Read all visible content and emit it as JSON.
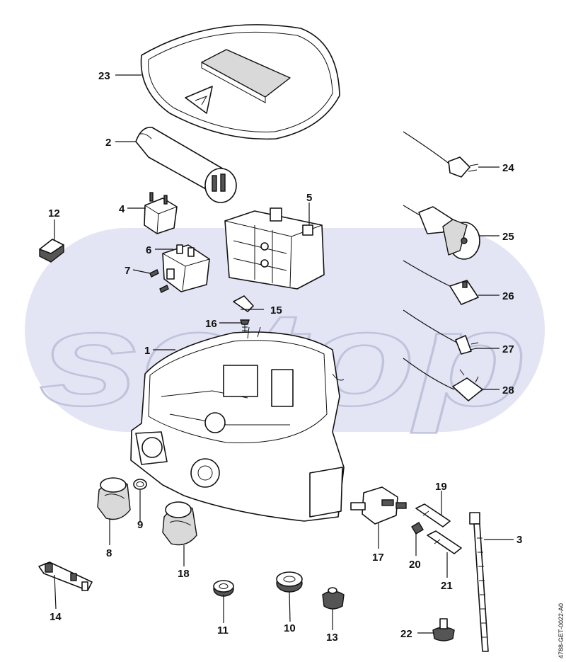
{
  "watermark": "setop",
  "doc_id": "4788-GET-0022-A0",
  "colors": {
    "watermark_fill": "#e3e5f4",
    "watermark_stroke": "#bfc3dc",
    "ink": "#111111"
  },
  "labels": {
    "p1": "1",
    "p2": "2",
    "p3": "3",
    "p4": "4",
    "p5": "5",
    "p6": "6",
    "p7": "7",
    "p8": "8",
    "p9": "9",
    "p10": "10",
    "p11": "11",
    "p12": "12",
    "p13": "13",
    "p14": "14",
    "p15": "15",
    "p16": "16",
    "p17": "17",
    "p18": "18",
    "p19": "19",
    "p20": "20",
    "p21": "21",
    "p22": "22",
    "p23": "23",
    "p24": "24",
    "p25": "25",
    "p26": "26",
    "p27": "27",
    "p28": "28"
  }
}
